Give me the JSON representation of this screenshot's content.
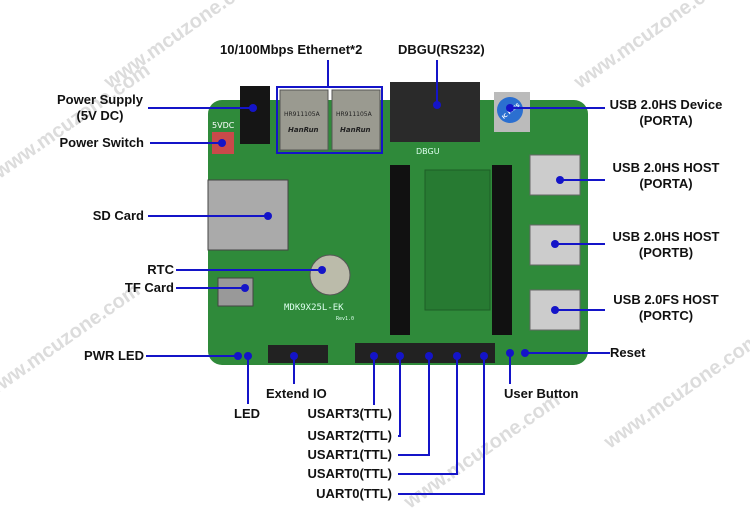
{
  "watermark": "www.mcuzone.com",
  "board": {
    "silkscreen": "MDK9X25L-EK",
    "rev": "Rev1.0",
    "power_label": "5VDC",
    "dbgu_silk": "DBGU",
    "rj45_part": "HR911105A",
    "rj45_brand": "HanRun",
    "usb_sticker": "IC PASS"
  },
  "labels": {
    "ethernet": "10/100Mbps Ethernet*2",
    "dbgu": "DBGU(RS232)",
    "power_supply": "Power Supply",
    "power_supply_sub": "(5V DC)",
    "power_switch": "Power Switch",
    "sd_card": "SD Card",
    "rtc": "RTC",
    "tf_card": "TF Card",
    "pwr_led": "PWR LED",
    "led": "LED",
    "extend_io": "Extend IO",
    "usart3": "USART3(TTL)",
    "usart2": "USART2(TTL)",
    "usart1": "USART1(TTL)",
    "usart0": "USART0(TTL)",
    "uart0": "UART0(TTL)",
    "user_button": "User Button",
    "reset": "Reset",
    "usb_device": "USB 2.0HS Device",
    "usb_device_port": "(PORTA)",
    "usb_host_a": "USB 2.0HS HOST",
    "usb_host_a_port": "(PORTA)",
    "usb_host_b": "USB 2.0HS HOST",
    "usb_host_b_port": "(PORTB)",
    "usb_host_c": "USB 2.0FS HOST",
    "usb_host_c_port": "(PORTC)"
  },
  "colors": {
    "board": "#2f8a3a",
    "callout": "#1414c8"
  }
}
